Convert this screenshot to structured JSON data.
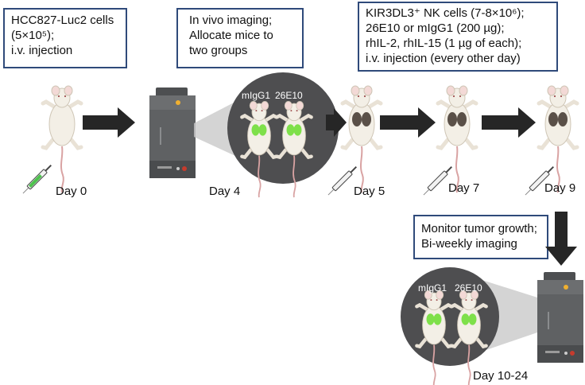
{
  "boxes": {
    "injection": [
      "HCC827-Luc2 cells",
      "(5×10⁵);",
      "i.v. injection"
    ],
    "imaging": [
      "In vivo imaging;",
      "Allocate mice to",
      "two groups"
    ],
    "treatment": [
      "KIR3DL3⁺ NK cells (7-8×10⁶);",
      "26E10 or mIgG1 (200 µg);",
      "rhIL-2, rhIL-15 (1 µg of each);",
      "i.v. injection (every other day)"
    ],
    "monitor": [
      "Monitor tumor growth;",
      "Bi-weekly imaging"
    ]
  },
  "days": {
    "d0": "Day 0",
    "d4": "Day 4",
    "d5": "Day 5",
    "d7": "Day 7",
    "d9": "Day 9",
    "d10": "Day 10-24"
  },
  "groups": {
    "control": "mIgG1",
    "treated": "26E10"
  },
  "colors": {
    "box_border": "#2f4a7a",
    "arrow": "#262626",
    "imager": "#5f6163",
    "circle": "#4e4e50",
    "tumor_dark": "#5a5048",
    "tumor_glow": "#7ee04a",
    "syringe_fluid": "#4cc24c"
  }
}
